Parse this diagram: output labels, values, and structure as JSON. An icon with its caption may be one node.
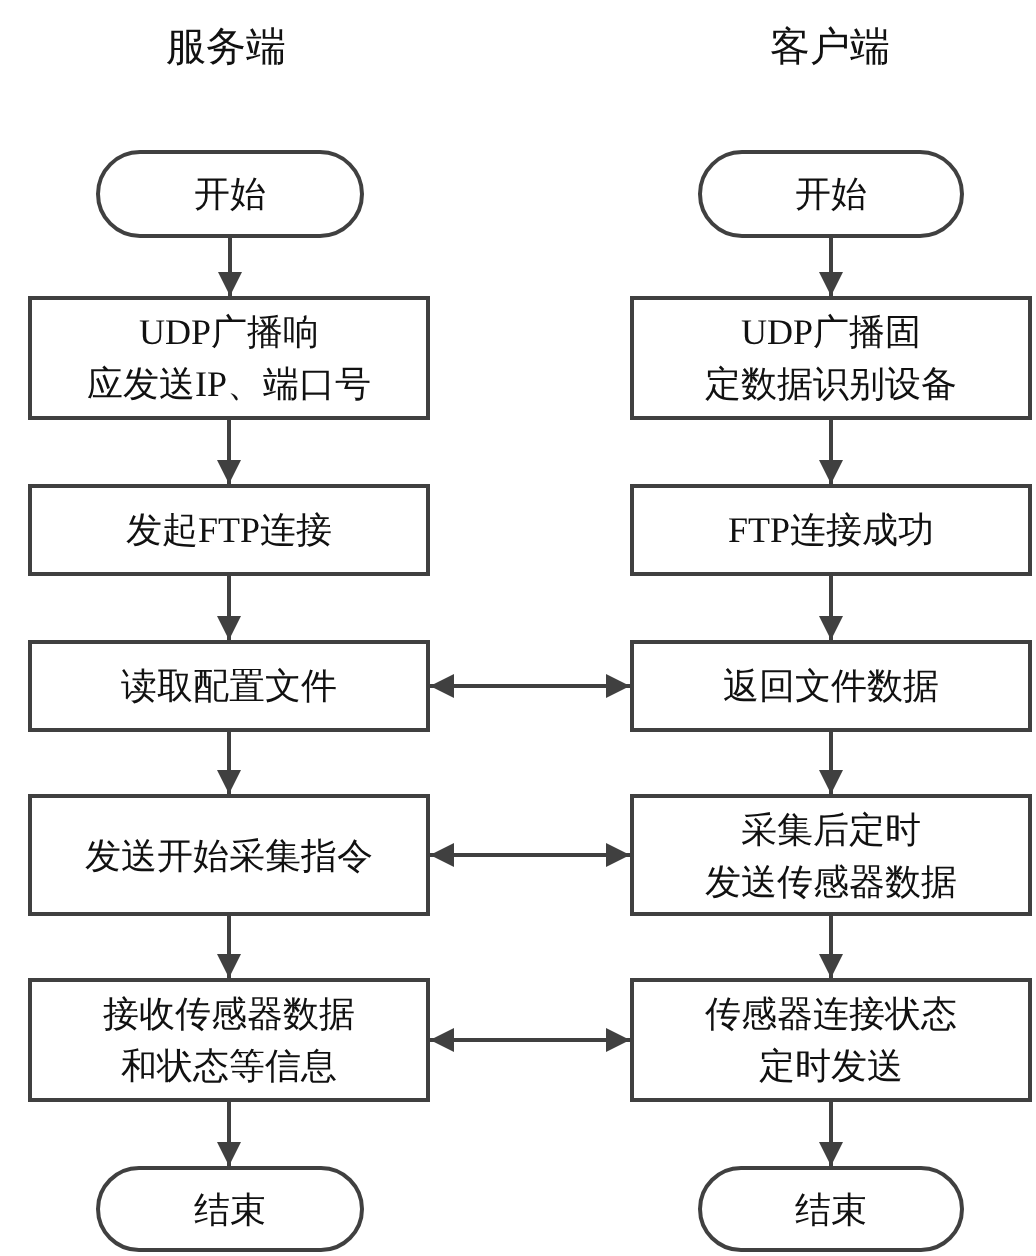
{
  "diagram": {
    "nodes": [
      {
        "text": [
          "开始"
        ]
      },
      {
        "text": [
          "UDP广播响应发送IP、端口号"
        ]
      },
      {
        "text": [
          "发起FTP连接"
        ]
      },
      {
        "text": [
          "读取配置文件"
        ]
      },
      {
        "text": [
          "发送开始采集指令"
        ]
      },
      {
        "text": [
          "接收传感器数据和状态等信息"
        ]
      },
      {
        "text": [
          "结束"
        ]
      },
      {
        "text": [
          "开始"
        ]
      },
      {
        "text": [
          "UDP广播固定数据识别设备"
        ]
      },
      {
        "text": [
          "FTP连接成功"
        ]
      },
      {
        "text": [
          "返回文件数据"
        ]
      },
      {
        "text": [
          "采集后定时发送传感器数据"
        ]
      },
      {
        "text": [
          "传感器连接状态定时发送"
        ]
      },
      {
        "text": [
          "结束"
        ]
      }
    ],
    "edges": [
      {
        "from": 0,
        "to": 1,
        "arrow": "to"
      },
      {
        "from": 1,
        "to": 2,
        "arrow": "to"
      },
      {
        "from": 2,
        "to": 3,
        "arrow": "to"
      },
      {
        "from": 3,
        "to": 4,
        "arrow": "to"
      },
      {
        "from": 4,
        "to": 5,
        "arrow": "to"
      },
      {
        "from": 5,
        "to": 6,
        "arrow": "to"
      },
      {
        "from": 7,
        "to": 8,
        "arrow": "to"
      },
      {
        "from": 8,
        "to": 9,
        "arrow": "to"
      },
      {
        "from": 9,
        "to": 10,
        "arrow": "to"
      },
      {
        "from": 10,
        "to": 11,
        "arrow": "to"
      },
      {
        "from": 11,
        "to": 12,
        "arrow": "to"
      },
      {
        "from": 12,
        "to": 13,
        "arrow": "to"
      },
      {
        "from": 3,
        "to": 10,
        "arrow": "both"
      },
      {
        "from": 4,
        "to": 11,
        "arrow": "both"
      },
      {
        "from": 5,
        "to": 12,
        "arrow": "both"
      }
    ],
    "labels": [
      "服务端",
      "客户端"
    ]
  }
}
